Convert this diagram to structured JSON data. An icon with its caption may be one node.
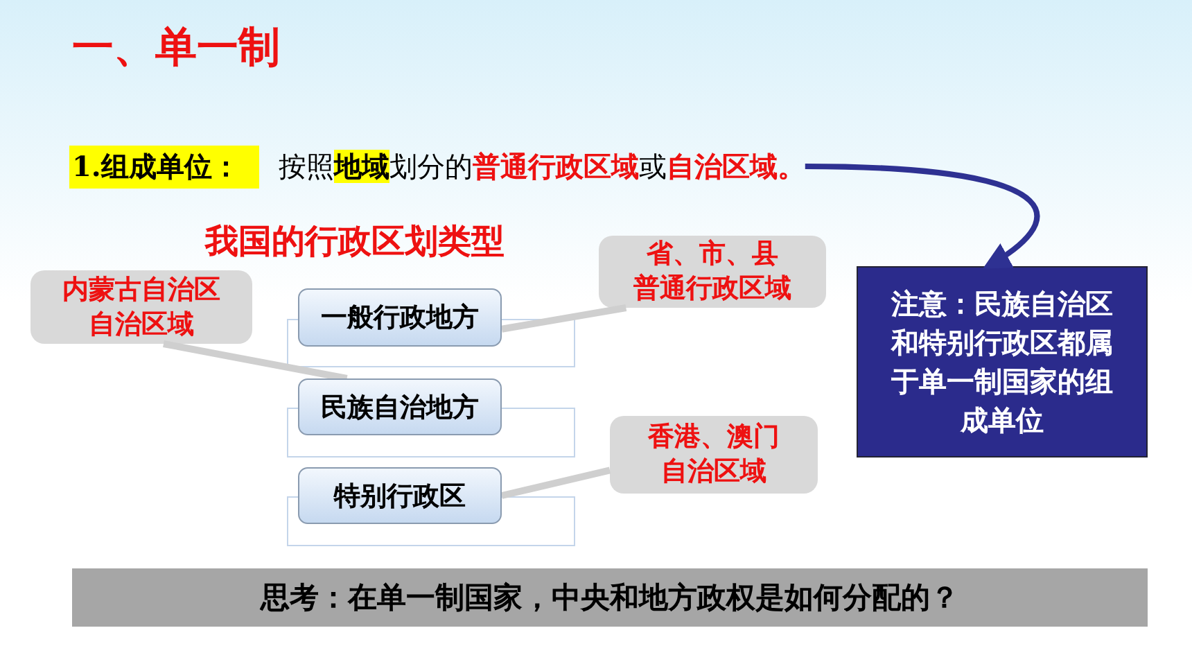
{
  "diagram": {
    "title": "一、单一制",
    "nodes": [
      {
        "text": [
          "1.组成单位：",
          "按照**地域**划分的**普通行政区域**或**自治区域。**"
        ]
      },
      {
        "text": [
          "省、市、县",
          "普通行政区域"
        ]
      },
      {
        "text": [
          "内蒙古自治区",
          "自治区域"
        ]
      },
      {
        "text": [
          "一般行政地方"
        ]
      },
      {
        "text": [
          "民族自治地方"
        ]
      },
      {
        "text": [
          "香港、澳门",
          "自治区域"
        ]
      },
      {
        "text": [
          "特别行政区"
        ]
      },
      {
        "text": [
          "注意：民族自治区和特别行政区都属于单一制国家的组成单位"
        ]
      },
      {
        "text": [
          "思考：在单一制国家，中央和地方政权是如何分配的？"
        ]
      }
    ],
    "edges": [
      {
        "from": 0,
        "to": 7,
        "arrow": "to",
        "color": "#2e3192"
      },
      {
        "from": 1,
        "to": 3,
        "arrow": "none"
      },
      {
        "from": 2,
        "to": 4,
        "arrow": "none"
      },
      {
        "from": 5,
        "to": 6,
        "arrow": "none"
      }
    ],
    "labels": [
      "我国的行政区划类型"
    ]
  }
}
